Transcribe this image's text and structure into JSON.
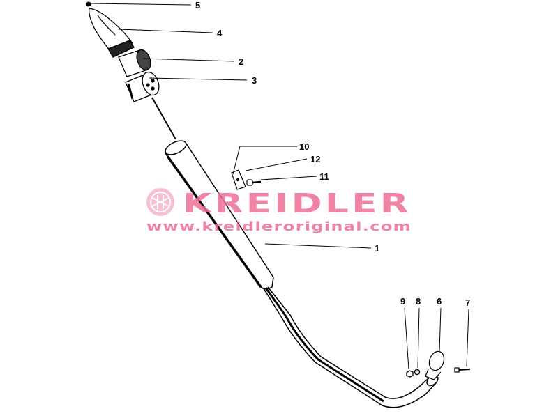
{
  "watermark": {
    "brand": "KREIDLER",
    "url": "www.kreidleroriginal.com"
  },
  "part_labels": {
    "p1": "1",
    "p2": "2",
    "p3": "3",
    "p4": "4",
    "p5": "5",
    "p6": "6",
    "p7": "7",
    "p8": "8",
    "p9": "9",
    "p10": "10",
    "p11": "11",
    "p12": "12"
  },
  "colors": {
    "watermark": "#ee6f96",
    "lines": "#000000"
  }
}
